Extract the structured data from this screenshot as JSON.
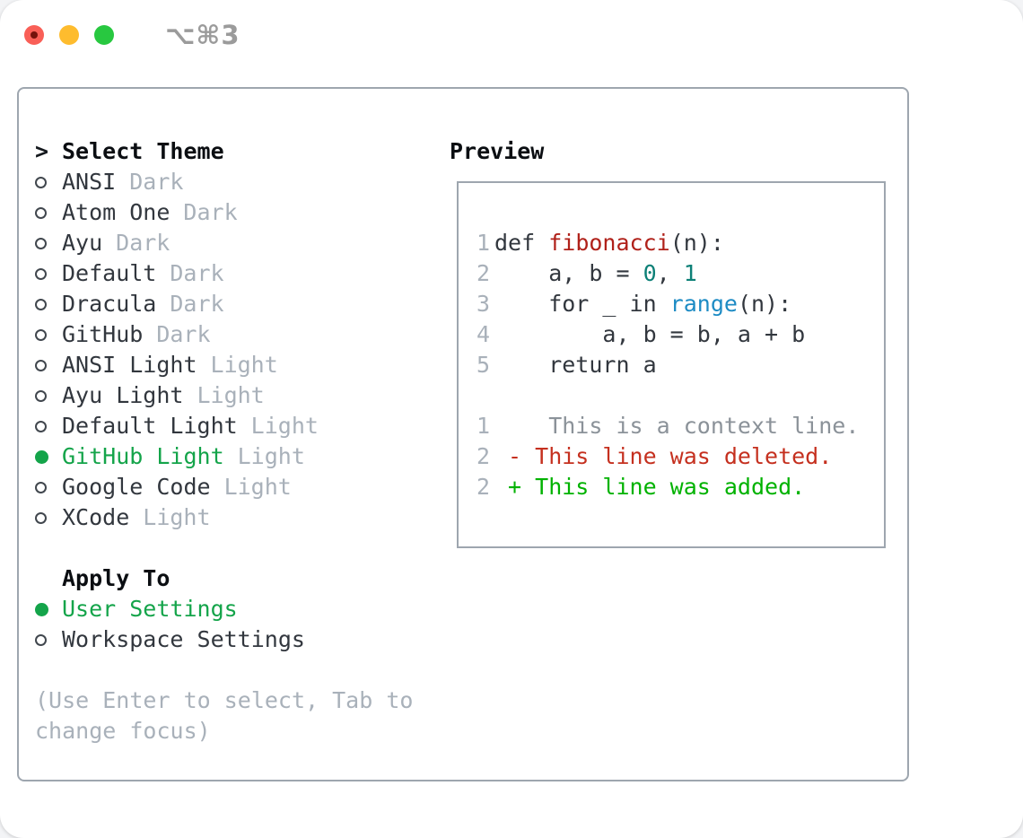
{
  "window": {
    "title": "⌥⌘3"
  },
  "titlebar": {
    "close_label": "close",
    "minimize_label": "minimize",
    "zoom_label": "zoom"
  },
  "left": {
    "header_marker": ">",
    "header": "Select Theme",
    "themes": [
      {
        "name": "ANSI",
        "tag": "Dark",
        "selected": false
      },
      {
        "name": "Atom One",
        "tag": "Dark",
        "selected": false
      },
      {
        "name": "Ayu",
        "tag": "Dark",
        "selected": false
      },
      {
        "name": "Default",
        "tag": "Dark",
        "selected": false
      },
      {
        "name": "Dracula",
        "tag": "Dark",
        "selected": false
      },
      {
        "name": "GitHub",
        "tag": "Dark",
        "selected": false
      },
      {
        "name": "ANSI Light",
        "tag": "Light",
        "selected": false
      },
      {
        "name": "Ayu Light",
        "tag": "Light",
        "selected": false
      },
      {
        "name": "Default Light",
        "tag": "Light",
        "selected": false
      },
      {
        "name": "GitHub Light",
        "tag": "Light",
        "selected": true
      },
      {
        "name": "Google Code",
        "tag": "Light",
        "selected": false
      },
      {
        "name": "XCode",
        "tag": "Light",
        "selected": false
      }
    ],
    "apply_header": "Apply To",
    "targets": [
      {
        "name": "User Settings",
        "selected": true
      },
      {
        "name": "Workspace Settings",
        "selected": false
      }
    ],
    "hint_line1": "(Use Enter to select, Tab to",
    "hint_line2": "change focus)"
  },
  "preview": {
    "header": "Preview",
    "code_lines": [
      {
        "num": "1",
        "segments": [
          {
            "t": "def ",
            "c": "fg"
          },
          {
            "t": "fibonacci",
            "c": "fn"
          },
          {
            "t": "(n):",
            "c": "fg"
          }
        ]
      },
      {
        "num": "2",
        "segments": [
          {
            "t": "    a, b = ",
            "c": "fg"
          },
          {
            "t": "0",
            "c": "num"
          },
          {
            "t": ", ",
            "c": "fg"
          },
          {
            "t": "1",
            "c": "num"
          }
        ]
      },
      {
        "num": "3",
        "segments": [
          {
            "t": "    for _ in ",
            "c": "fg"
          },
          {
            "t": "range",
            "c": "bi"
          },
          {
            "t": "(n):",
            "c": "fg"
          }
        ]
      },
      {
        "num": "4",
        "segments": [
          {
            "t": "        a, b = b, a + b",
            "c": "fg"
          }
        ]
      },
      {
        "num": "5",
        "segments": [
          {
            "t": "    return a",
            "c": "fg"
          }
        ]
      },
      {
        "num": "",
        "segments": []
      },
      {
        "num": "1",
        "segments": [
          {
            "t": "    This is a context line.",
            "c": "ctx"
          }
        ]
      },
      {
        "num": "2",
        "segments": [
          {
            "t": " - This line was deleted.",
            "c": "del"
          }
        ]
      },
      {
        "num": "2",
        "segments": [
          {
            "t": " + This line was added.",
            "c": "add"
          }
        ]
      }
    ]
  },
  "colors": {
    "selected_green": "#14a44a",
    "added_green": "#00b200",
    "deleted_red": "#c5301f",
    "function_red": "#b0211a",
    "number_teal": "#0d8077",
    "builtin_blue": "#1d8bc4",
    "muted_gray": "#a9b1ba",
    "border_gray": "#9ea6af",
    "traffic_red": "#f95f57",
    "traffic_yellow": "#febc2e",
    "traffic_green": "#28c840"
  }
}
